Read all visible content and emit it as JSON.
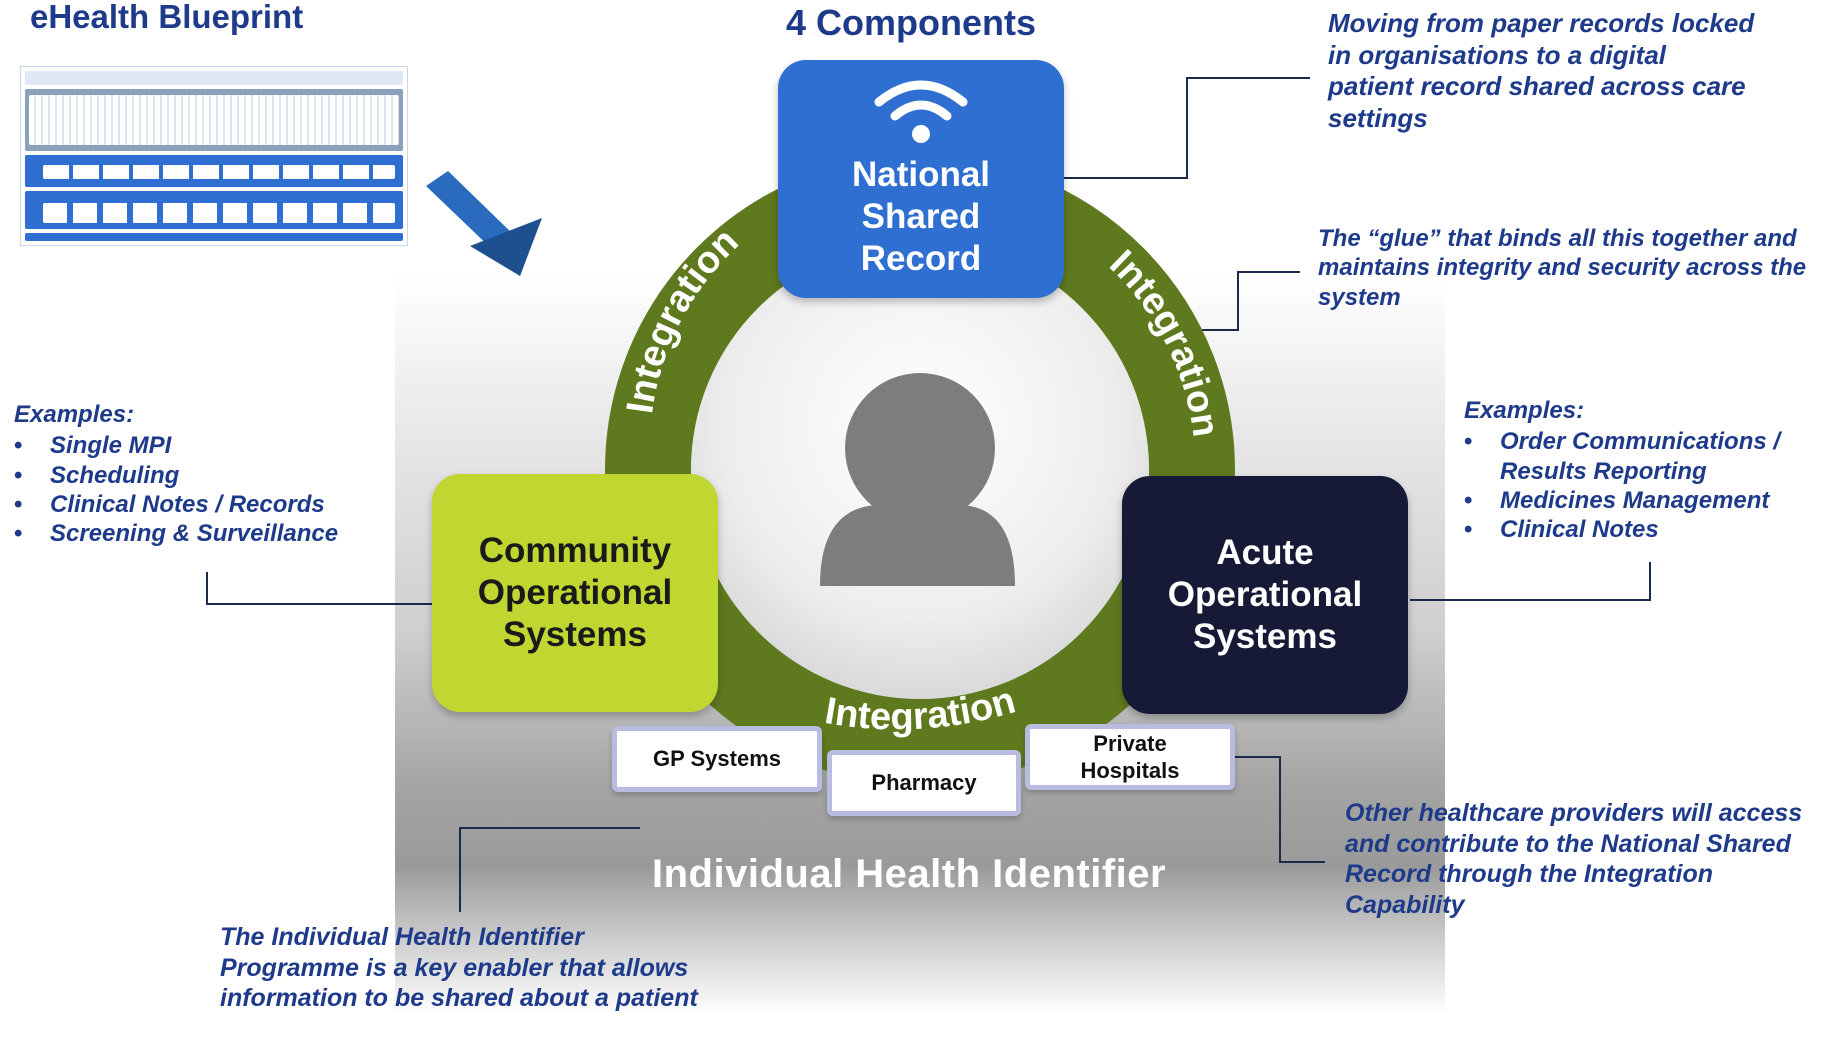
{
  "header": {
    "blueprint_title": "eHealth Blueprint",
    "components_title": "4 Components"
  },
  "components": {
    "national": {
      "label": "National\nShared\nRecord",
      "color": "#2e6fd1"
    },
    "community": {
      "label": "Community\nOperational\nSystems",
      "color": "#bfd730"
    },
    "acute": {
      "label": "Acute\nOperational\nSystems",
      "color": "#161a36"
    }
  },
  "ring": {
    "color": "#5f7a1e",
    "labels": [
      "Integration",
      "Integration",
      "Integration"
    ]
  },
  "providers": [
    "GP Systems",
    "Pharmacy",
    "Private\nHospitals"
  ],
  "identifier_label": "Individual Health Identifier",
  "annotations": {
    "national": "Moving from paper records locked in organisations to a digital patient record shared across care settings",
    "glue": "The “glue” that binds all this together and maintains integrity and security across the system",
    "community_heading": "Examples:",
    "community_examples": [
      "Single MPI",
      "Scheduling",
      "Clinical Notes / Records",
      "Screening & Surveillance"
    ],
    "acute_heading": "Examples:",
    "acute_examples": [
      "Order Communications / Results Reporting",
      "Medicines Management",
      "Clinical Notes"
    ],
    "providers": "Other healthcare providers will access and contribute to the National Shared Record through the Integration Capability",
    "identifier": "The Individual Health Identifier Programme is a key enabler that allows information to be shared about a patient"
  },
  "icons": [
    "wifi-icon",
    "person-icon",
    "arrow-icon"
  ],
  "colors": {
    "annotation_text": "#1e3a8a",
    "accent_blue": "#2e6fd1"
  }
}
